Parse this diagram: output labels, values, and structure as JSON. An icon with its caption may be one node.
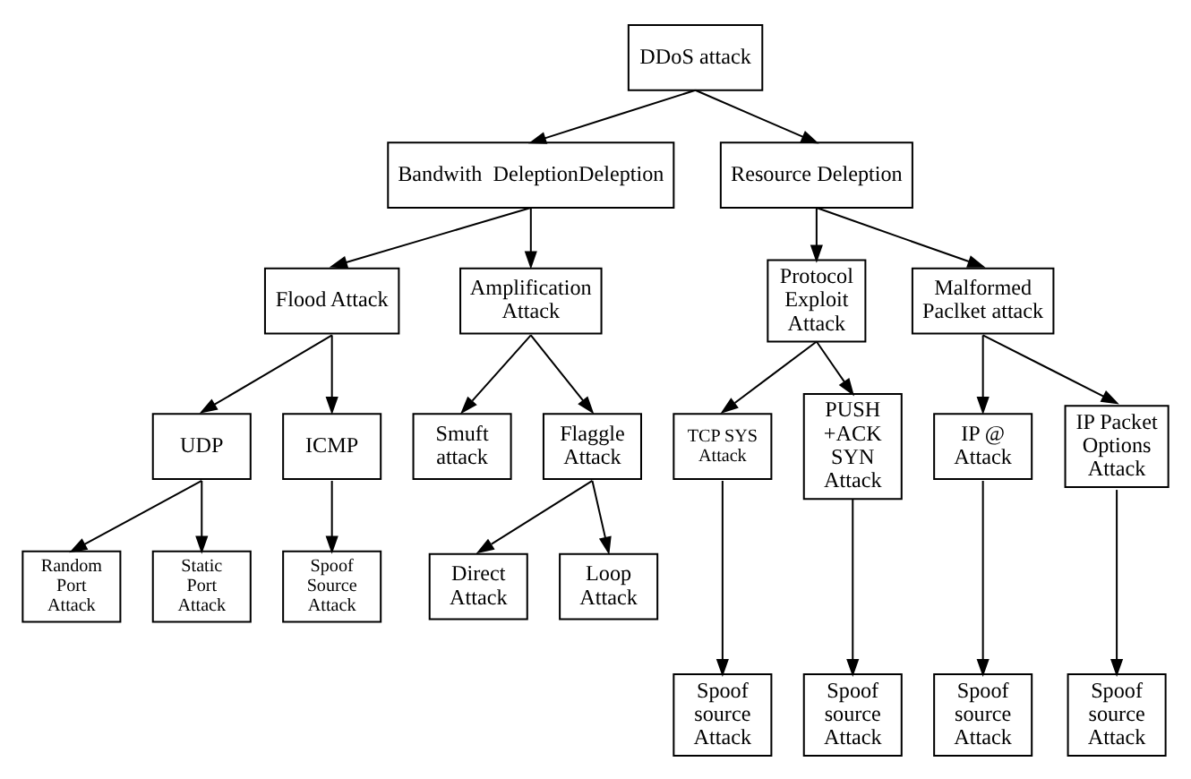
{
  "diagram": {
    "nodes": [
      {
        "text": [
          "DDoS attack"
        ]
      },
      {
        "text": [
          "Bandwith  DeleptionDeleption"
        ]
      },
      {
        "text": [
          "Resource Deleption"
        ]
      },
      {
        "text": [
          "Flood Attack"
        ]
      },
      {
        "text": [
          "Amplification Attack"
        ]
      },
      {
        "text": [
          "Protocol Exploit Attack"
        ]
      },
      {
        "text": [
          "Malformed Paclket attack"
        ]
      },
      {
        "text": [
          "UDP"
        ]
      },
      {
        "text": [
          "ICMP"
        ]
      },
      {
        "text": [
          "Smuft attack"
        ]
      },
      {
        "text": [
          "Flaggle Attack"
        ]
      },
      {
        "text": [
          "TCP SYS Attack"
        ]
      },
      {
        "text": [
          "PUSH +ACK SYN Attack"
        ]
      },
      {
        "text": [
          "IP @ Attack"
        ]
      },
      {
        "text": [
          "IP Packet Options Attack"
        ]
      },
      {
        "text": [
          "Random Port Attack"
        ]
      },
      {
        "text": [
          "Static Port Attack"
        ]
      },
      {
        "text": [
          "Spoof Source Attack"
        ]
      },
      {
        "text": [
          "Direct Attack"
        ]
      },
      {
        "text": [
          "Loop Attack"
        ]
      },
      {
        "text": [
          "Spoof source Attack"
        ]
      },
      {
        "text": [
          "Spoof source Attack"
        ]
      },
      {
        "text": [
          "Spoof source Attack"
        ]
      },
      {
        "text": [
          "Spoof source Attack"
        ]
      }
    ],
    "edges": [
      {
        "from": 0,
        "to": 1,
        "arrow": "to"
      },
      {
        "from": 0,
        "to": 2,
        "arrow": "to"
      },
      {
        "from": 1,
        "to": 3,
        "arrow": "to"
      },
      {
        "from": 1,
        "to": 4,
        "arrow": "to"
      },
      {
        "from": 2,
        "to": 5,
        "arrow": "to"
      },
      {
        "from": 2,
        "to": 6,
        "arrow": "to"
      },
      {
        "from": 3,
        "to": 7,
        "arrow": "to"
      },
      {
        "from": 3,
        "to": 8,
        "arrow": "to"
      },
      {
        "from": 4,
        "to": 9,
        "arrow": "to"
      },
      {
        "from": 4,
        "to": 10,
        "arrow": "to"
      },
      {
        "from": 5,
        "to": 11,
        "arrow": "to"
      },
      {
        "from": 5,
        "to": 12,
        "arrow": "to"
      },
      {
        "from": 6,
        "to": 13,
        "arrow": "to"
      },
      {
        "from": 6,
        "to": 14,
        "arrow": "to"
      },
      {
        "from": 7,
        "to": 15,
        "arrow": "to"
      },
      {
        "from": 7,
        "to": 16,
        "arrow": "to"
      },
      {
        "from": 8,
        "to": 17,
        "arrow": "to"
      },
      {
        "from": 10,
        "to": 18,
        "arrow": "to"
      },
      {
        "from": 10,
        "to": 19,
        "arrow": "to"
      },
      {
        "from": 11,
        "to": 20,
        "arrow": "to"
      },
      {
        "from": 12,
        "to": 21,
        "arrow": "to"
      },
      {
        "from": 13,
        "to": 22,
        "arrow": "to"
      },
      {
        "from": 14,
        "to": 23,
        "arrow": "to"
      }
    ]
  }
}
